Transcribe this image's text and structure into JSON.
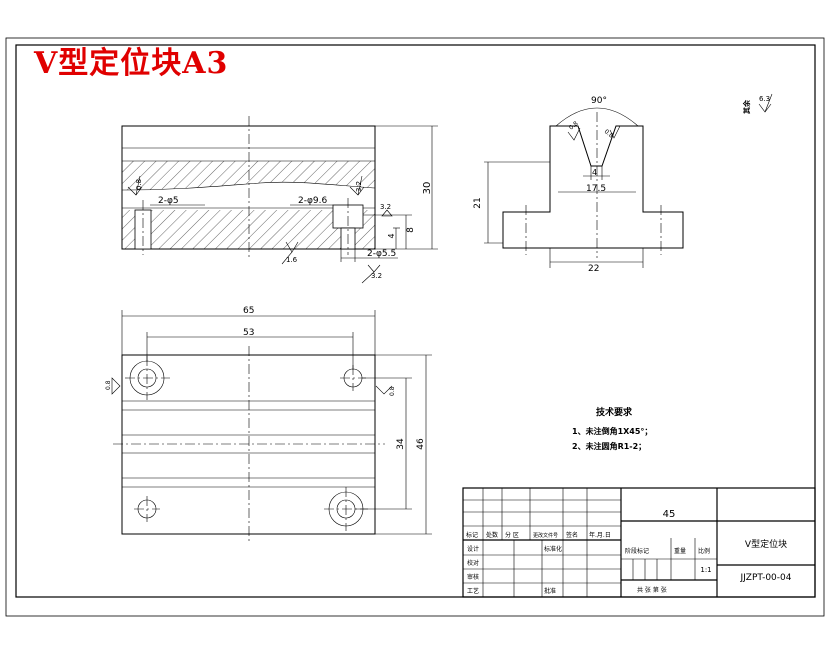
{
  "drawing": {
    "title": "V型定位块A3",
    "part_name": "V型定位块",
    "material": "45",
    "drawing_number": "JJZPT-00-04",
    "scale": "1:1"
  },
  "dimensions": {
    "front_height": "30",
    "front_step": "8",
    "front_small": "4",
    "hole_pair_5": "2-φ5",
    "hole_pair_9_6": "2-φ9.6",
    "hole_pair_5_5": "2-φ5.5",
    "side_angle": "90°",
    "side_slot": "4",
    "side_width_17_5": "17.5",
    "side_height_21": "21",
    "side_width_22": "22",
    "top_width_65": "65",
    "top_width_53": "53",
    "top_height_34": "34",
    "top_height_46": "46"
  },
  "roughness": {
    "r1_6": "1.6",
    "r3_2": "3.2",
    "r0_8": "0.8",
    "r6_3": "6.3",
    "rest_label": "其余"
  },
  "notes": {
    "title": "技术要求",
    "items": [
      "1、未注倒角1X45°；",
      "2、未注圆角R1-2；"
    ]
  },
  "title_block": {
    "mark": "标记",
    "count": "处数",
    "zone": "分 区",
    "change_doc": "更改文件号",
    "signature": "签名",
    "date": "年.月.日",
    "design": "设计",
    "standardize": "标准化",
    "check": "审核",
    "audit": "校对",
    "process": "工艺",
    "approve": "批准",
    "stage_mark": "阶段标记",
    "weight": "重量",
    "scale_label": "比例",
    "sheets": "共 张 第 张"
  }
}
